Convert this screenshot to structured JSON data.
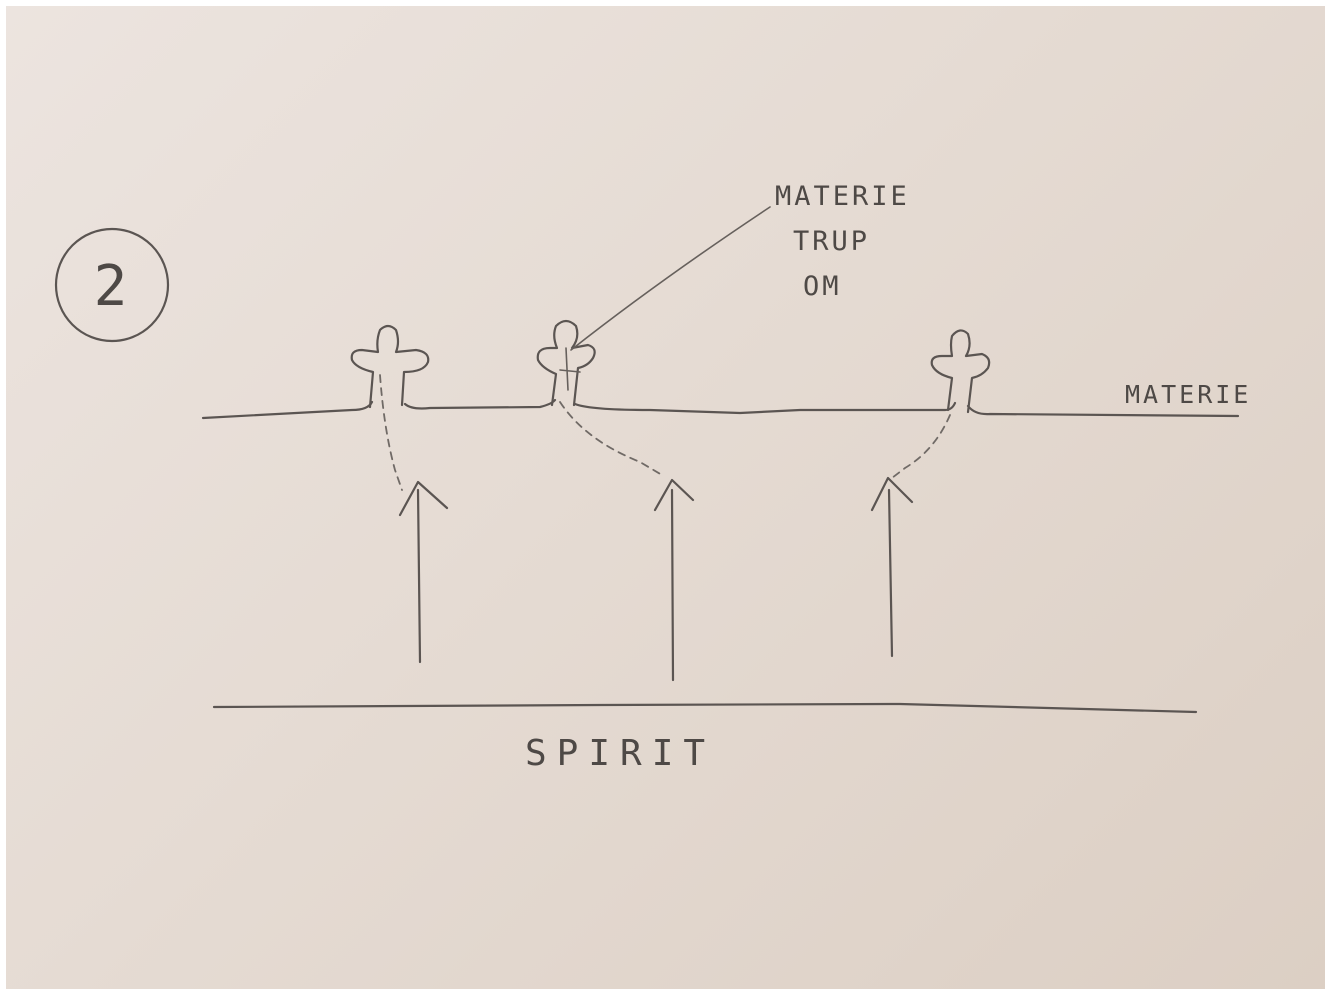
{
  "diagram": {
    "number": "2",
    "top_line_label": "MATERIE",
    "callout_lines": [
      "MATERIE",
      "TRUP",
      "OM"
    ],
    "bottom_line_label": "SPIRIT"
  }
}
